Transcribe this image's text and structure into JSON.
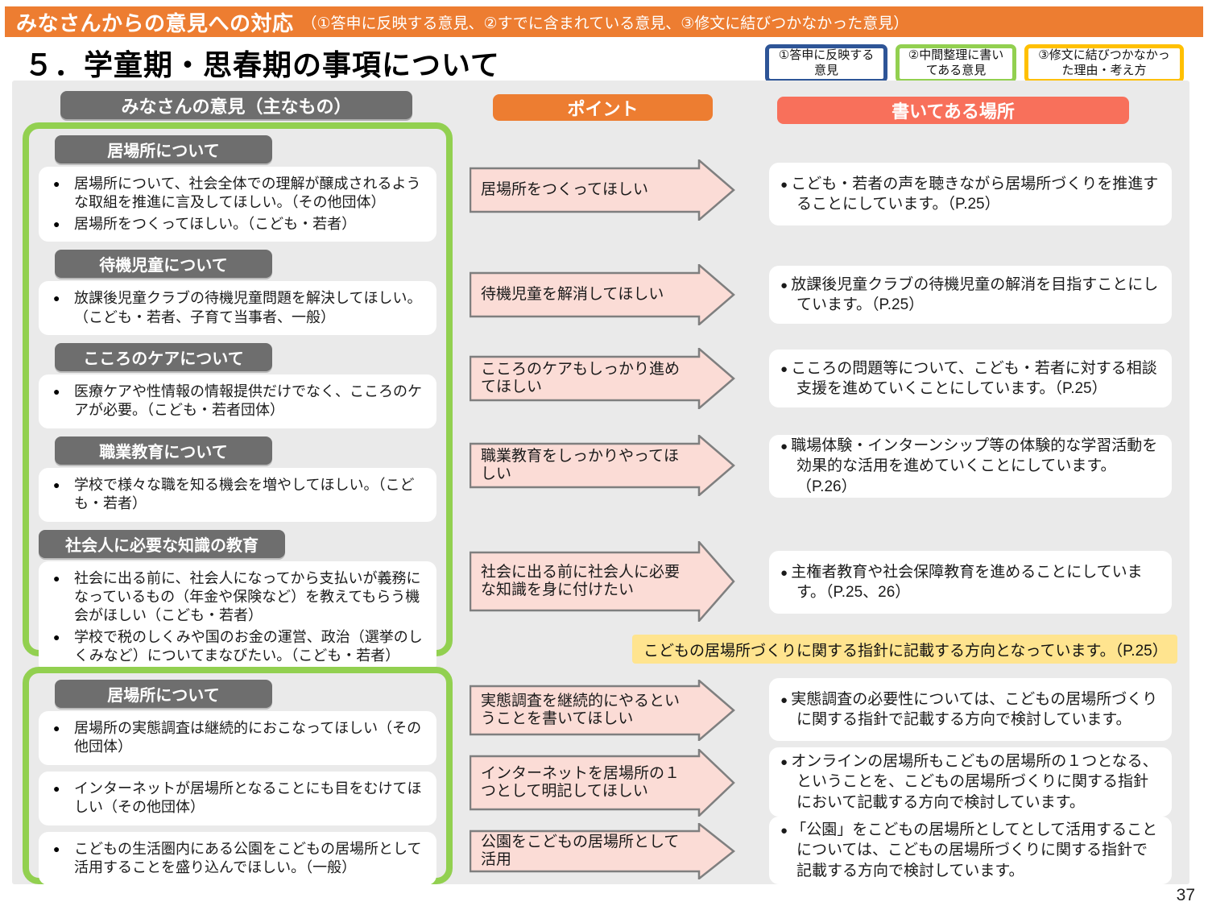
{
  "banner": {
    "title": "みなさんからの意見への対応",
    "subtitle": "（①答申に反映する意見、②すでに含まれている意見、③修文に結びつかなかった意見）"
  },
  "page_title": "５．学童期・思春期の事項について",
  "legend": {
    "items": [
      {
        "label": "①答申に反映する意見",
        "border_color": "#2E5597"
      },
      {
        "label": "②中間整理に書いてある意見",
        "border_color": "#92D050"
      },
      {
        "label": "③修文に結びつかなかった理由・考え方",
        "border_color": "#FFC000"
      }
    ]
  },
  "columns": {
    "opinions_header": "みなさんの意見（主なもの）",
    "points_header": "ポイント",
    "locations_header": "書いてある場所"
  },
  "opinions": {
    "box1": {
      "groups": [
        {
          "tag": "居場所について",
          "items": [
            "居場所について、社会全体での理解が醸成されるような取組を推進に言及してほしい。（その他団体）",
            "居場所をつくってほしい。（こども・若者）"
          ]
        },
        {
          "tag": "待機児童について",
          "items": [
            "放課後児童クラブの待機児童問題を解決してほしい。（こども・若者、子育て当事者、一般）"
          ]
        },
        {
          "tag": "こころのケアについて",
          "items": [
            "医療ケアや性情報の情報提供だけでなく、こころのケアが必要。（こども・若者団体）"
          ]
        },
        {
          "tag": "職業教育について",
          "items": [
            "学校で様々な職を知る機会を増やしてほしい。（こども・若者）"
          ]
        },
        {
          "tag": "社会人に必要な知識の教育",
          "items": [
            "社会に出る前に、社会人になってから支払いが義務になっているもの（年金や保険など）を教えてもらう機会がほしい（こども・若者）",
            "学校で税のしくみや国のお金の運営、政治（選挙のしくみなど）についてまなびたい。（こども・若者）"
          ]
        }
      ]
    },
    "box2": {
      "tag": "居場所について",
      "items": [
        "居場所の実態調査は継続的におこなってほしい（その他団体）",
        "インターネットが居場所となることにも目をむけてほしい（その他団体）",
        "こどもの生活圏内にある公園をこどもの居場所として活用することを盛り込んでほしい。（一般）"
      ]
    }
  },
  "rows": [
    {
      "point": "居場所をつくってほしい",
      "response": "こども・若者の声を聴きながら居場所づくりを推進することにしています。（P.25）"
    },
    {
      "point": "待機児童を解消してほしい",
      "response": "放課後児童クラブの待機児童の解消を目指すことにしています。（P.25）"
    },
    {
      "point": "こころのケアもしっかり進めてほしい",
      "response": "こころの問題等について、こども・若者に対する相談支援を進めていくことにしています。（P.25）"
    },
    {
      "point": "職業教育をしっかりやってほしい",
      "response": "職場体験・インターンシップ等の体験的な学習活動を効果的な活用を進めていくことにしています。（P.26）"
    },
    {
      "point": "社会に出る前に社会人に必要な知識を身に付けたい",
      "response": "主権者教育や社会保障教育を進めることにしています。（P.25、26）"
    }
  ],
  "note": {
    "text": "こどもの居場所づくりに関する指針に記載する方向となっています。（P.25）"
  },
  "rows2": [
    {
      "point": "実態調査を継続的にやるということを書いてほしい",
      "response": "実態調査の必要性については、こどもの居場所づくりに関する指針で記載する方向で検討しています。"
    },
    {
      "point": "インターネットを居場所の１つとして明記してほしい",
      "response": "オンラインの居場所もこどもの居場所の１つとなる、ということを、こどもの居場所づくりに関する指針において記載する方向で検討しています。"
    },
    {
      "point": "公園をこどもの居場所として活用",
      "response": "「公園」をこどもの居場所としてとして活用することについては、こどもの居場所づくりに関する指針で記載する方向で検討しています。"
    }
  ],
  "page_number": "37",
  "colors": {
    "banner_bg": "#ED7D31",
    "points_header_bg": "#ED7D31",
    "locations_header_bg": "#F8705B",
    "opinions_header_bg": "#6E6E6E",
    "green_border": "#92D050",
    "arrow_fill": "#FBDCD6",
    "arrow_stroke": "#7F7F7F",
    "note_bg": "#FFE48F",
    "panel_bg": "#EAEAEA"
  }
}
